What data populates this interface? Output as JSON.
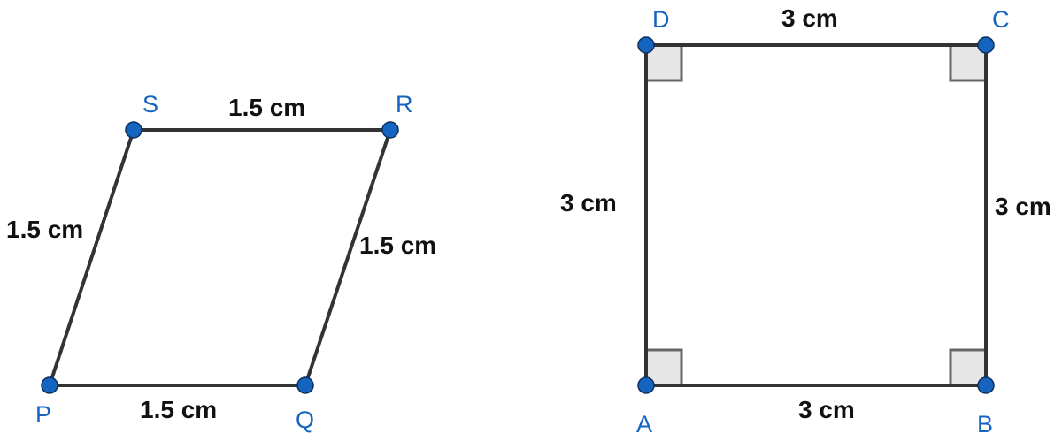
{
  "rhombus": {
    "vertices": {
      "p": "P",
      "q": "Q",
      "r": "R",
      "s": "S"
    },
    "side_lengths": {
      "sr": "1.5 cm",
      "ps": "1.5 cm",
      "qr": "1.5 cm",
      "pq": "1.5 cm"
    }
  },
  "square": {
    "vertices": {
      "a": "A",
      "b": "B",
      "c": "C",
      "d": "D"
    },
    "side_lengths": {
      "dc": "3 cm",
      "ad": "3 cm",
      "bc": "3 cm",
      "ab": "3 cm"
    }
  },
  "colors": {
    "vertex_point": "#1565c0",
    "vertex_label": "#1565c0",
    "edge": "#333333",
    "right_angle_fill": "#e6e6e6"
  }
}
